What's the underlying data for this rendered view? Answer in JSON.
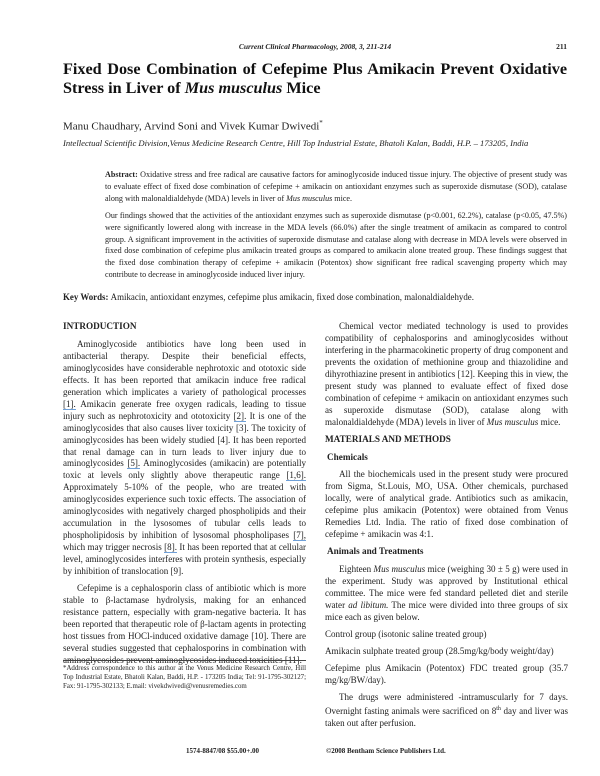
{
  "header": {
    "journal": "Current Clinical Pharmacology, 2008, 3, 211-214",
    "page_number": "211"
  },
  "title": [
    "Fixed Dose Combination of Cefepime Plus Amikacin Prevent Oxidative Stress in Liver of ",
    {
      "t": "Mus musculus",
      "i": true
    },
    " Mice"
  ],
  "authors": "Manu Chaudhary, Arvind Soni and Vivek Kumar Dwivedi",
  "authors_mark": "*",
  "affiliation": "Intellectual Scientific Division,Venus Medicine Research Centre, Hill Top Industrial Estate, Bhatoli Kalan, Baddi, H.P. – 173205, India",
  "abstract": [
    [
      {
        "t": "Abstract: ",
        "b": true
      },
      "Oxidative stress and free radical are causative factors for aminoglycoside induced tissue injury. The objective of present study was to evaluate effect of fixed dose combination of cefepime + amikacin on antioxidant enzymes such as superoxide dismutase (SOD), catalase along with malonaldialdehyde (MDA) levels in liver of ",
      {
        "t": "Mus musculus",
        "i": true
      },
      " mice."
    ],
    [
      "Our findings showed that the activities of the antioxidant enzymes such as superoxide dismutase (p<0.001, 62.2%), catalase (p<0.05, 47.5%) were significantly lowered along with increase in the MDA levels (66.0%) after the single treatment of amikacin as compared to control group. A significant improvement in the activities of superoxide dismutase and catalase along with decrease in MDA levels were observed in fixed dose combination of cefepime plus amikacin treated groups as compared to amikacin alone treated group. These findings suggest that the fixed dose combination therapy of cefepime + amikacin (Potentox) show significant free radical scavenging property which may contribute to decrease in aminoglycoside induced liver injury."
    ]
  ],
  "keywords": [
    {
      "t": "Key Words: ",
      "b": true
    },
    "Amikacin, antioxidant enzymes, cefepime plus amikacin, fixed dose combination, malonaldialdehyde."
  ],
  "left_column": {
    "heading": "INTRODUCTION",
    "paragraphs": [
      [
        "Aminoglycoside antibiotics have long been used in antibacterial therapy. Despite their beneficial effects, aminoglycosides have considerable nephrotoxic and ototoxic side effects. It has been reported that amikacin induce free radical generation which implicates a variety of pathological processes ",
        {
          "t": "[1].",
          "r": true
        },
        " Amikacin generate free oxygen radicals, leading to tissue injury such as nephrotoxicity and ototoxicity ",
        {
          "t": "[2].",
          "r": true
        },
        " It is one of the aminoglycosides that also causes liver toxicity [3]. The toxicity of aminoglycosides has been widely studied [4]. It has been reported that renal damage can in turn leads to liver injury due to aminoglycosides ",
        {
          "t": "[5].",
          "r": true
        },
        " Aminoglycosides (amikacin) are potentially toxic at levels only slightly above therapeutic range ",
        {
          "t": "[1,6].",
          "r": true
        },
        " Approximately 5-10% of the people, who are treated with aminoglycosides experience such toxic effects. The association of aminoglycosides with negatively charged phospholipids and their accumulation in the lysosomes of tubular cells leads to phospholipidosis by inhibition of lysosomal phospholipases ",
        {
          "t": "[7],",
          "r": true
        },
        " which may trigger necrosis ",
        {
          "t": "[8].",
          "r": true
        },
        " It has been reported that at cellular level, aminoglycosides interferes with protein synthesis, especially by inhibition of translocation [9]."
      ],
      [
        "Cefepime is a cephalosporin class of antibiotic which is more stable to β-lactamase hydrolysis, making for an enhanced resistance pattern, especially with gram-negative bacteria. It has been reported that therapeutic role of β-lactam agents in protecting host tissues from HOCl-induced oxidative damage [10]. There are several studies suggested that cephalosporins in combination with aminoglycosides prevent aminoglycosides induced toxicities [11]."
      ]
    ],
    "footnote": "*Address correspondence to this author at the Venus Medicine Research Centre, Hill Top Industrial Estate, Bhatoli Kalan, Baddi, H.P. - 173205 India; Tel: 91-1795-302127; Fax: 91-1795-302133; E.mail: vivekdwivedi@venusremedies.com"
  },
  "right_column": {
    "intro_paragraph": [
      "Chemical vector mediated technology is used to provides compatibility of cephalosporins and aminoglycosides without interfering in the pharmacokinetic property of drug component and prevents the oxidation of methionine group and thiazolidine and dihyrothiazine present in antibiotics [12]. Keeping this in view, the present study was planned to evaluate effect of fixed dose combination of cefepime + amikacin on antioxidant enzymes such as superoxide dismutase (SOD), catalase along with malonaldialdehyde (MDA) levels in liver of ",
      {
        "t": "Mus musculus",
        "i": true
      },
      " mice."
    ],
    "methods_heading": "MATERIALS AND METHODS",
    "chemicals_heading": "Chemicals",
    "chemicals_paragraph": [
      "All the biochemicals used in the present study were procured from Sigma, St.Louis, MO, USA. Other chemicals, purchased locally, were of analytical grade. Antibiotics such as amikacin, cefepime plus amikacin (Potentox) were obtained from Venus Remedies Ltd. India. The ratio of fixed dose combination of cefepime + amikacin was 4:1."
    ],
    "animals_heading": "Animals and Treatments",
    "animals_paragraph": [
      "Eighteen ",
      {
        "t": "Mus musculus",
        "i": true
      },
      " mice (weighing 30 ± 5 g) were used in the experiment. Study was approved by Institutional ethical committee. The mice were fed standard pelleted diet and sterile water ",
      {
        "t": "ad libitum.",
        "i": true
      },
      " The mice were divided into three groups of six mice each as given below."
    ],
    "groups": [
      [
        "Control group (isotonic saline treated group)"
      ],
      [
        "Amikacin sulphate treated group (28.5mg/kg/body weight/day)"
      ],
      [
        "Cefepime plus Amikacin (Potentox) FDC treated group (35.7 mg/kg/BW/day)."
      ]
    ],
    "final_paragraph": [
      "The drugs were administered -intramuscularly for 7 days. Overnight fasting animals were sacrificed on 8",
      {
        "t": "th",
        "s": true
      },
      " day and liver was taken out after perfusion."
    ]
  },
  "footer": {
    "issn": "1574-8847/08 $55.00+.00",
    "copyright": "©2008 Bentham Science Publishers Ltd."
  }
}
